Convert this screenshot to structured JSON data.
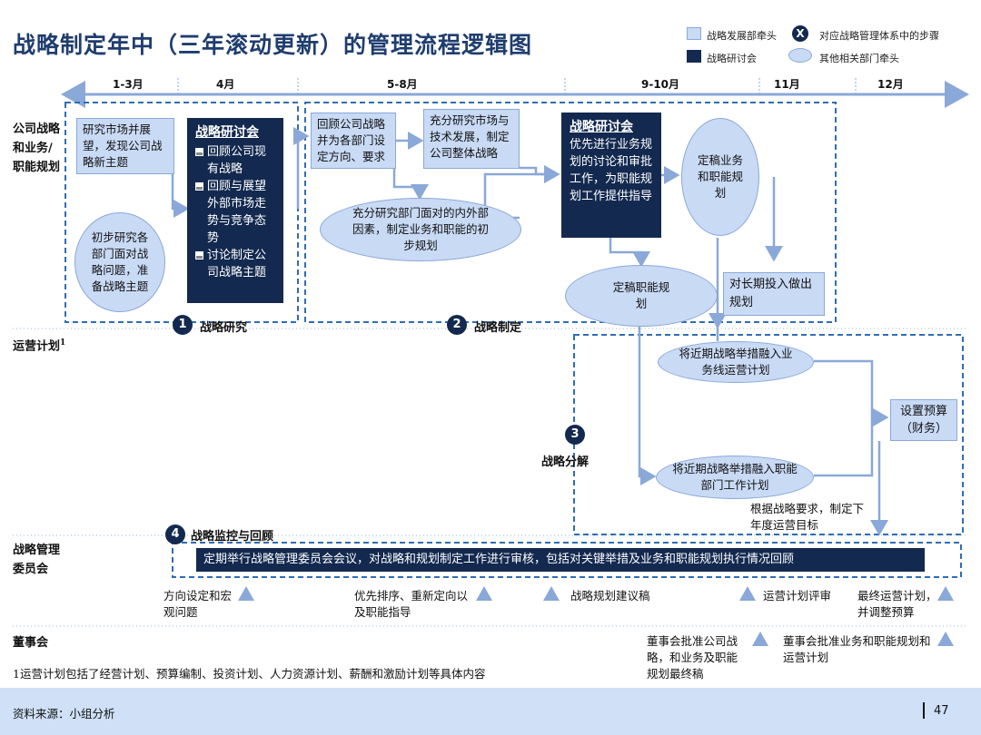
{
  "title": "战略制定年中（三年滚动更新）的管理流程逻辑图",
  "legend": {
    "light_box": "战略发展部牵头",
    "dark_box": "战略研讨会",
    "x_mark": "X",
    "x_text": "对应战略管理体系中的步骤",
    "ellipse": "其他相关部门牵头"
  },
  "months": [
    "1-3月",
    "4月",
    "5-8月",
    "9-10月",
    "11月",
    "12月"
  ],
  "row_labels": {
    "strategy": "公司战略和业务/职能规划",
    "operation": "运营计划",
    "operation_sup": "1",
    "committee": "战略管理委员会",
    "board": "董事会"
  },
  "phase1": {
    "box_research": "研究市场并展望，发现公司战略新主题",
    "ellipse_initial": "初步研究各部门面对战略问题，准备战略主题",
    "workshop_title": "战略研讨会",
    "workshop_items": [
      "回顾公司现有战略",
      "回顾与展望外部市场走势与竞争态势",
      "讨论制定公司战略主题"
    ],
    "number": "1",
    "label": "战略研究"
  },
  "phase2": {
    "box_review": "回顾公司战略并为各部门设定方向、要求",
    "box_market": "充分研究市场与技术发展，制定公司整体战略",
    "ellipse_dept": "充分研究部门面对的内外部因素，制定业务和职能的初步规划",
    "workshop_title": "战略研讨会",
    "workshop_text": "优先进行业务规划的讨论和审批工作，为职能规划工作提供指导",
    "ellipse_final_business": "定稿业务和职能规划",
    "ellipse_final_function": "定稿职能规划",
    "box_longterm": "对长期投入做出规划",
    "number": "2",
    "label": "战略制定"
  },
  "phase3": {
    "ellipse_business": "将近期战略举措融入业务线运营计划",
    "ellipse_function": "将近期战略举措融入职能部门工作计划",
    "box_budget": "设置预算（财务）",
    "note": "根据战略要求，制定下年度运营目标",
    "number": "3",
    "label": "战略分解"
  },
  "phase4": {
    "number": "4",
    "label": "战略监控与回顾",
    "bar_text": "定期举行战略管理委员会会议，对战略和规划制定工作进行审核，包括对关键举措及业务和职能规划执行情况回顾"
  },
  "committee_items": [
    "方向设定和宏观问题",
    "优先排序、重新定向以及职能指导",
    "战略规划建议稿",
    "运营计划评审",
    "最终运营计划，并调整预算"
  ],
  "board_items": [
    "董事会批准公司战略，和业务及职能规划最终稿",
    "董事会批准业务和职能规划和运营计划"
  ],
  "footnote": "1运营计划包括了经营计划、预算编制、投资计划、人力资源计划、薪酬和激励计划等具体内容",
  "footer_source": "资料来源：小组分析",
  "page_number": "47",
  "colors": {
    "navy": "#13294f",
    "light_blue": "#c9daf5",
    "arrow_blue": "#8aa8d8",
    "dash_blue": "#2f6db5"
  }
}
